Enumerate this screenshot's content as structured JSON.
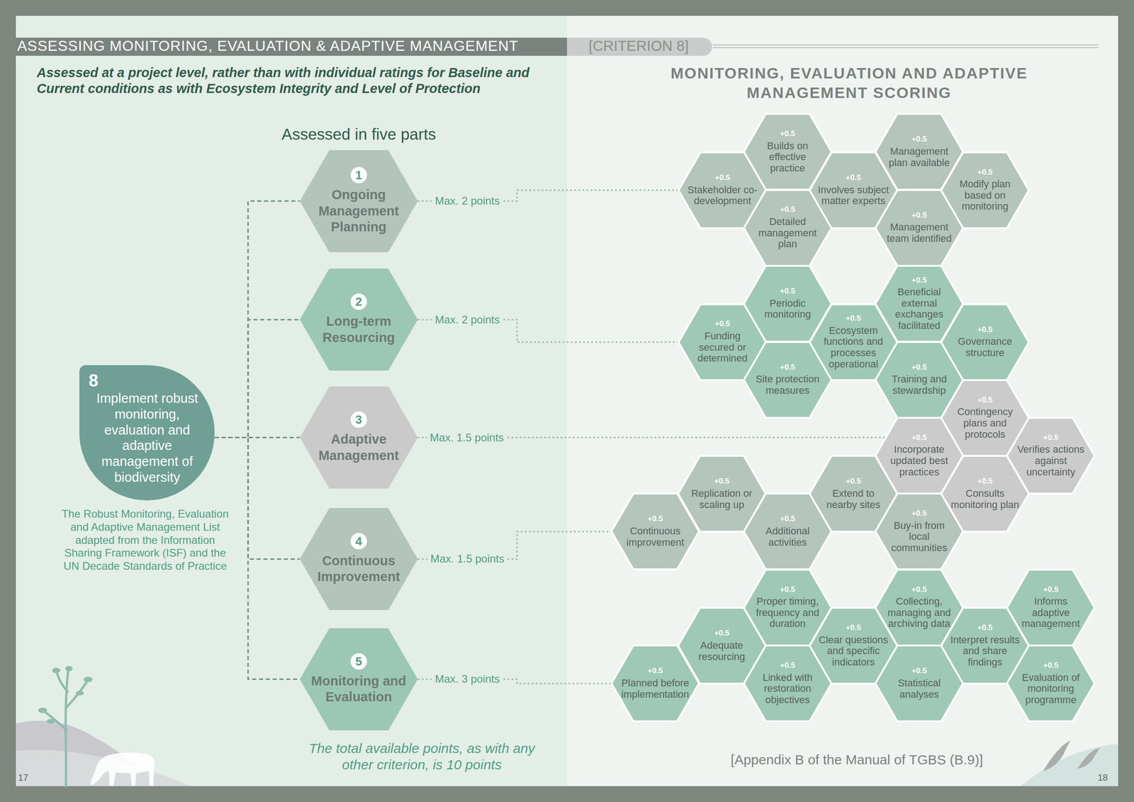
{
  "diagram": {
    "title": "ASSESSING MONITORING, EVALUATION & ADAPTIVE MANAGEMENT",
    "nodes": [
      {
        "text": [
          "8",
          "Implement robust monitoring, evaluation and adaptive management of biodiversity"
        ]
      },
      {
        "text": [
          "1",
          "Ongoing Management Planning"
        ]
      },
      {
        "text": [
          "2",
          "Long-term Resourcing"
        ]
      },
      {
        "text": [
          "3",
          "Adaptive Management"
        ]
      },
      {
        "text": [
          "4",
          "Continuous Improvement"
        ]
      },
      {
        "text": [
          "5",
          "Monitoring and Evaluation"
        ]
      },
      {
        "text": [
          "+0.5",
          "Stakeholder co-development"
        ]
      },
      {
        "text": [
          "+0.5",
          "Builds on effective practice"
        ]
      },
      {
        "text": [
          "+0.5",
          "Detailed management plan"
        ]
      },
      {
        "text": [
          "+0.5",
          "Involves subject matter experts"
        ]
      },
      {
        "text": [
          "+0.5",
          "Management plan available"
        ]
      },
      {
        "text": [
          "+0.5",
          "Management team identified"
        ]
      },
      {
        "text": [
          "+0.5",
          "Modify plan based on monitoring"
        ]
      },
      {
        "text": [
          "+0.5",
          "Funding secured or determined"
        ]
      },
      {
        "text": [
          "+0.5",
          "Periodic monitoring"
        ]
      },
      {
        "text": [
          "+0.5",
          "Site protection measures"
        ]
      },
      {
        "text": [
          "+0.5",
          "Ecosystem functions and processes operational"
        ]
      },
      {
        "text": [
          "+0.5",
          "Beneficial external exchanges facilitated"
        ]
      },
      {
        "text": [
          "+0.5",
          "Training and stewardship"
        ]
      },
      {
        "text": [
          "+0.5",
          "Governance structure"
        ]
      },
      {
        "text": [
          "+0.5",
          "Contingency plans and protocols"
        ]
      },
      {
        "text": [
          "+0.5",
          "Incorporate updated best practices"
        ]
      },
      {
        "text": [
          "+0.5",
          "Consults monitoring plan"
        ]
      },
      {
        "text": [
          "+0.5",
          "Verifies actions against uncertainty"
        ]
      },
      {
        "text": [
          "+0.5",
          "Continuous improvement"
        ]
      },
      {
        "text": [
          "+0.5",
          "Replication or scaling up"
        ]
      },
      {
        "text": [
          "+0.5",
          "Additional activities"
        ]
      },
      {
        "text": [
          "+0.5",
          "Extend to nearby sites"
        ]
      },
      {
        "text": [
          "+0.5",
          "Buy-in from local communities"
        ]
      },
      {
        "text": [
          "+0.5",
          "Planned before implementation"
        ]
      },
      {
        "text": [
          "+0.5",
          "Adequate resourcing"
        ]
      },
      {
        "text": [
          "+0.5",
          "Proper timing, frequency and duration"
        ]
      },
      {
        "text": [
          "+0.5",
          "Linked with restoration objectives"
        ]
      },
      {
        "text": [
          "+0.5",
          "Clear questions and specific indicators"
        ]
      },
      {
        "text": [
          "+0.5",
          "Collecting, managing and archiving data"
        ]
      },
      {
        "text": [
          "+0.5",
          "Statistical analyses"
        ]
      },
      {
        "text": [
          "+0.5",
          "Interpret results and share findings"
        ]
      },
      {
        "text": [
          "+0.5",
          "Informs adaptive management"
        ]
      },
      {
        "text": [
          "+0.5",
          "Evaluation of monitoring programme"
        ]
      }
    ],
    "edges": [
      {
        "from": 0,
        "to": 1,
        "arrow": "none"
      },
      {
        "from": 0,
        "to": 2,
        "arrow": "none"
      },
      {
        "from": 0,
        "to": 3,
        "arrow": "none"
      },
      {
        "from": 0,
        "to": 4,
        "arrow": "none"
      },
      {
        "from": 0,
        "to": 5,
        "arrow": "none"
      },
      {
        "from": 1,
        "to": 6,
        "label": "Max. 2 points",
        "arrow": "none"
      },
      {
        "from": 2,
        "to": 13,
        "label": "Max. 2 points",
        "arrow": "none"
      },
      {
        "from": 3,
        "to": 21,
        "label": "Max. 1.5 points",
        "arrow": "none"
      },
      {
        "from": 4,
        "to": 24,
        "label": "Max. 1.5 points",
        "arrow": "none"
      },
      {
        "from": 5,
        "to": 29,
        "label": "Max. 3 points",
        "arrow": "none"
      }
    ],
    "labels": [
      "[CRITERION 8]",
      "Assessed at a project level, rather than with individual ratings for Baseline and Current conditions as with Ecosystem Integrity and Level of Protection",
      "Assessed in five parts",
      "The Robust Monitoring, Evaluation and Adaptive Management List adapted from the Information Sharing Framework (ISF) and the UN Decade Standards of Practice",
      "The total available points, as with any other criterion, is 10 points",
      "MONITORING, EVALUATION AND ADAPTIVE MANAGEMENT SCORING",
      "[Appendix B of the Manual of TGBS (B.9)]",
      "17",
      "18"
    ]
  }
}
